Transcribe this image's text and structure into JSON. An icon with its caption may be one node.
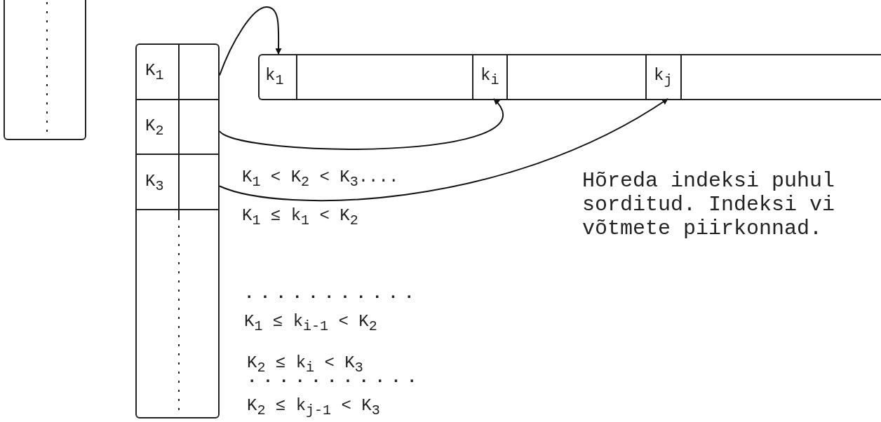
{
  "diagram": {
    "nodes": [
      {
        "text": [],
        "shape": "box"
      },
      {
        "text": [],
        "shape": "box"
      },
      {
        "text": [
          "K$_{1}$"
        ],
        "in": 1
      },
      {
        "text": [
          "K$_{2}$"
        ],
        "in": 1
      },
      {
        "text": [
          "K$_{3}$"
        ],
        "in": 1
      },
      {
        "text": [],
        "shape": "box"
      },
      {
        "text": [
          "k$_{1}$"
        ],
        "in": 5
      },
      {
        "text": [
          "k$_{i}$"
        ],
        "in": 5
      },
      {
        "text": [
          "k$_{j}$"
        ],
        "in": 5
      }
    ],
    "edges": [
      {
        "from": 2,
        "to": 6,
        "arrow": "to"
      },
      {
        "from": 3,
        "to": 7,
        "arrow": "to"
      },
      {
        "from": 4,
        "to": 8,
        "arrow": "to"
      }
    ],
    "labels": [
      "K$_{1}$ < K$_{2}$ < K$_{3}$....",
      "K$_{1}$ ≤ k$_{1}$ < K$_{2}$",
      "...........",
      "K$_{1}$ ≤ k$_{i-1}$ < K$_{2}$",
      "K$_{2}$ ≤ k$_{i}$ < K$_{3}$",
      "...........",
      "K$_{2}$ ≤ k$_{j-1}$ < K$_{3}$",
      "Hõreda indeksi puhul sorditud. Indeksi vi võtmete piirkonnad."
    ]
  }
}
